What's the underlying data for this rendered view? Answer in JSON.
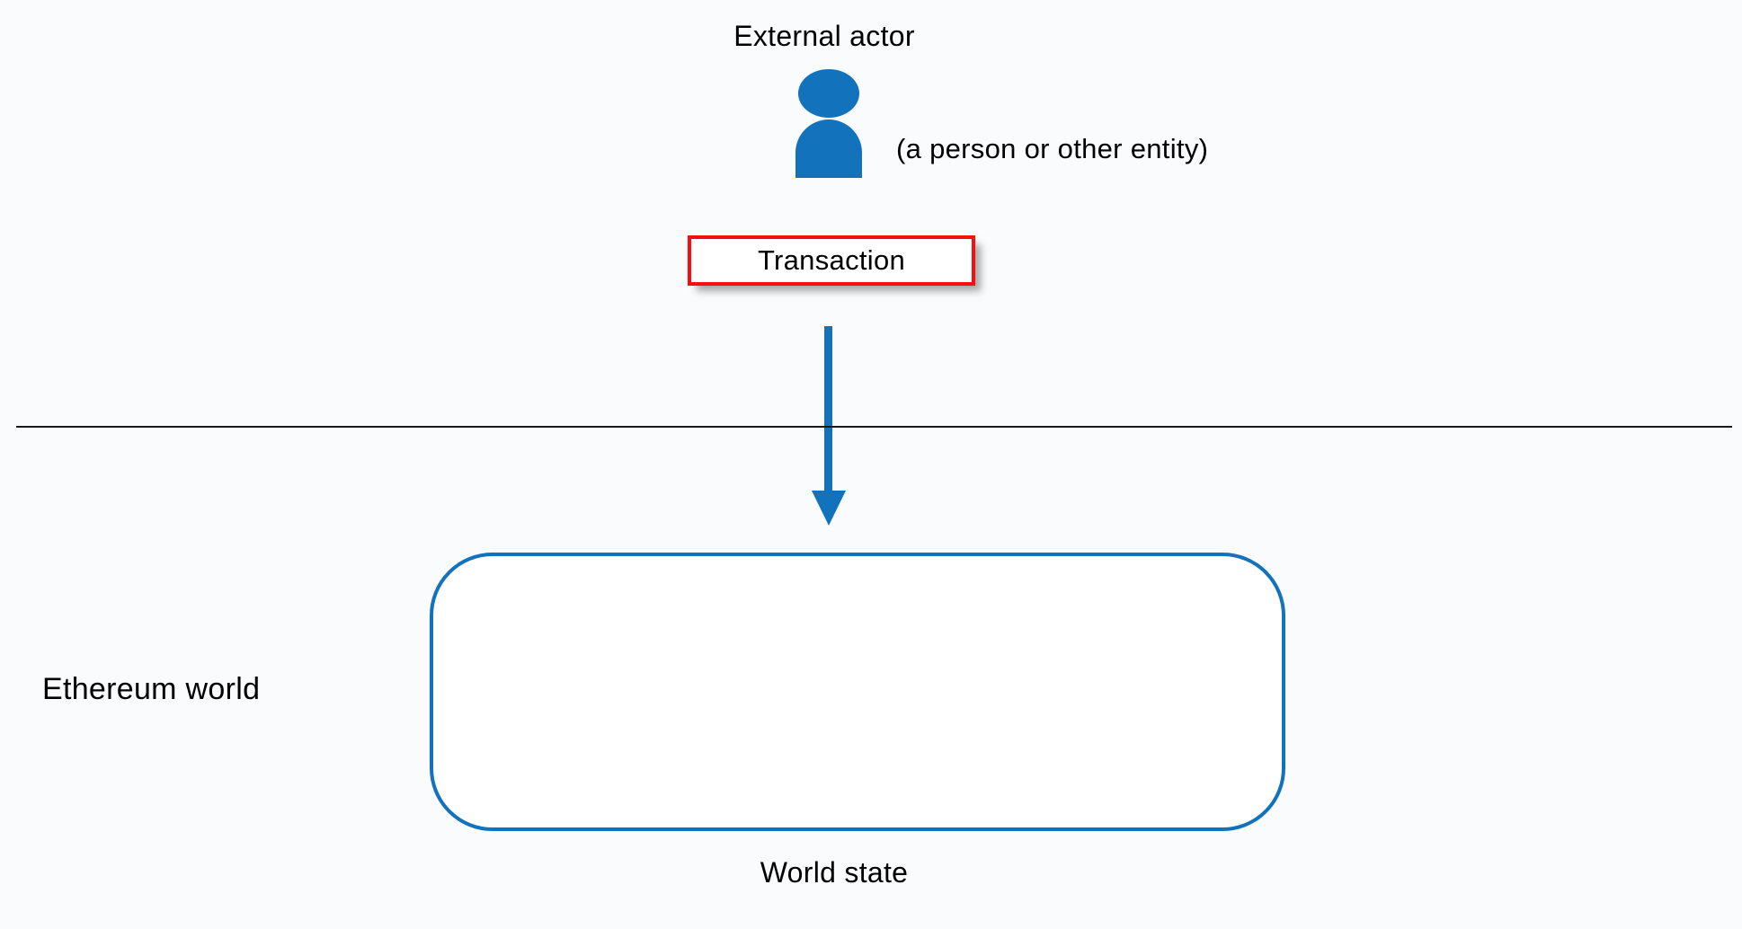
{
  "colors": {
    "background": "#fafbfd",
    "surface": "#ffffff",
    "blue": "#1272bb",
    "red": "#f50f10",
    "ink": "#000000",
    "divider": "#1a1a1a"
  },
  "external_actor": {
    "label": "External actor",
    "caption": "(a person or other entity)",
    "icon": "person-icon"
  },
  "transaction": {
    "label": "Transaction",
    "arrow_icon": "down-arrow-icon"
  },
  "ethereum_world": {
    "region_label": "Ethereum world",
    "world_state_label": "World state"
  }
}
